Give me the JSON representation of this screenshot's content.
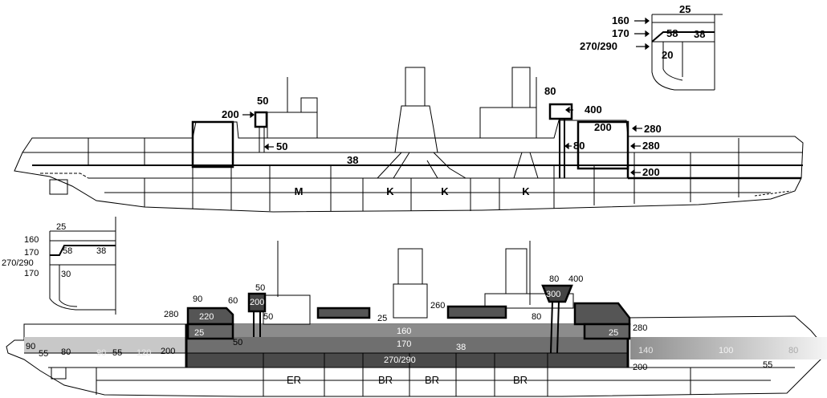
{
  "top_profile": {
    "compartments": [
      "M",
      "K",
      "K",
      "K"
    ],
    "armor_labels": {
      "conning_tower_fwd": "200",
      "conning_tower_top": "50",
      "conning_tube": "50",
      "conning_tower_aft_top": "80",
      "conning_tower_aft_side": "400",
      "turret_aft": "200",
      "barbette_aft": "280",
      "belt_upper_aft": "280",
      "tube_aft": "80",
      "belt_main_aft": "200",
      "deck": "38"
    },
    "inset": {
      "label_top": "25",
      "label_160": "160",
      "label_170": "170",
      "label_270_290": "270/290",
      "label_58": "58",
      "label_38": "38",
      "label_20": "20"
    }
  },
  "bottom_profile": {
    "compartments": [
      "ER",
      "BR",
      "BR",
      "BR"
    ],
    "inset": {
      "label_25": "25",
      "label_160": "160",
      "label_170a": "170",
      "label_270_290": "270/290",
      "label_170b": "170",
      "label_58": "58",
      "label_38": "38",
      "label_30": "30"
    },
    "armor_labels": {
      "bow_90": "90",
      "bow_55": "55",
      "bow_80": "80",
      "bow_90b": "90",
      "bow_55b": "55",
      "bow_120": "120",
      "fwd_200": "200",
      "fwd_280": "280",
      "fwd_90": "90",
      "fwd_60": "60",
      "turret_fwd": "220",
      "fwd_25": "25",
      "ct_50": "50",
      "ct_200": "200",
      "ct_side_50": "50",
      "fwd_50_low": "50",
      "deck_25": "25",
      "belt_260": "260",
      "strake_160": "160",
      "strake_170": "170",
      "deck_38": "38",
      "strake_270_290": "270/290",
      "aft_ct_80": "80",
      "aft_ct_400": "400",
      "aft_ct_300": "300",
      "aft_80": "80",
      "aft_25": "25",
      "aft_280": "280",
      "aft_200": "200",
      "stern_140": "140",
      "stern_100": "100",
      "stern_80": "80",
      "stern_55": "55"
    }
  }
}
